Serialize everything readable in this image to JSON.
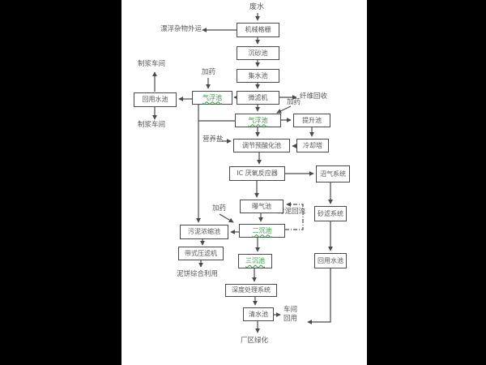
{
  "colors": {
    "backdrop": "#000000",
    "page": "#ffffff",
    "line": "#4a4a4a",
    "box_border": "#4a4a4a",
    "text": "#565656",
    "annotation_green": "#2f9c3f"
  },
  "diagram": {
    "type": "process-flowchart",
    "subject": "wastewater treatment flow"
  },
  "nodes": {
    "wastewater": "废水",
    "mechanical_screen": "机械格栅",
    "grit_chamber": "沉砂池",
    "collection_tank": "集水池",
    "microfilter": "微滤机",
    "flotation_tank_1": "气浮池",
    "flotation_tank_2": "气浮池",
    "reuse_tank_left": "回用水池",
    "lift_tank": "提升池",
    "cooling_tower": "冷却塔",
    "regulating_preacidification_tank": "调节预酸化池",
    "ic_anaerobic_reactor": "IC 厌氧反应器",
    "biogas_system": "沼气系统",
    "aeration_tank": "曝气池",
    "secondary_clarifier": "二沉池",
    "sand_filter_system": "砂滤系统",
    "sludge_thickener": "污泥浓缩池",
    "belt_filter_press": "带式压滤机",
    "tertiary_clarifier": "三沉池",
    "advanced_treatment_system": "深度处理系统",
    "clean_water_tank": "清水池",
    "reuse_tank_right": "回用水池"
  },
  "labels": {
    "floating_debris": "漂浮杂物外运",
    "pulping_workshop_top": "制浆车间",
    "pulping_workshop_bottom": "制浆车间",
    "dosing_1": "加药",
    "dosing_2": "加药",
    "dosing_3": "加药",
    "fiber_recovery": "纤维回收",
    "nutrient_salt": "营养盐",
    "sludge_return": "污泥回流",
    "mud_cake_disposal": "泥饼综合利用",
    "workshop_reuse_line1": "车间",
    "workshop_reuse_line2": "回用",
    "plant_greening": "厂区绿化"
  }
}
